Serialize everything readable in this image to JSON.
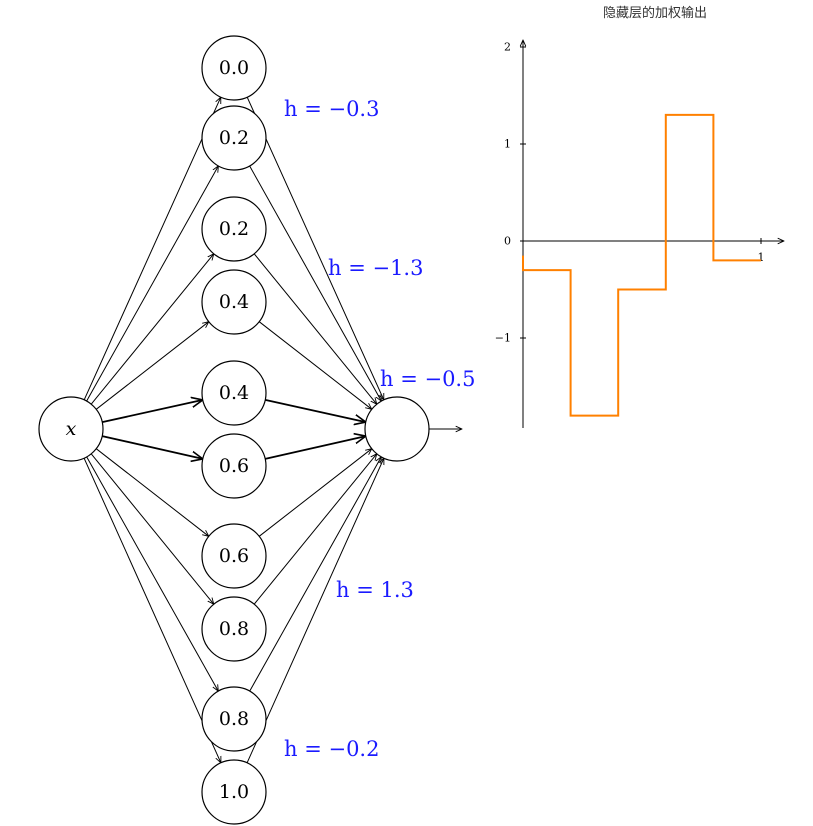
{
  "network": {
    "input_label": "x",
    "hidden_nodes": [
      {
        "label": "0.0"
      },
      {
        "label": "0.2"
      },
      {
        "label": "0.2"
      },
      {
        "label": "0.4"
      },
      {
        "label": "0.4"
      },
      {
        "label": "0.6"
      },
      {
        "label": "0.6"
      },
      {
        "label": "0.8"
      },
      {
        "label": "0.8"
      },
      {
        "label": "1.0"
      }
    ],
    "output_label": "",
    "h_labels": [
      "h = −0.3",
      "h = −1.3",
      "h = −0.5",
      "h = 1.3",
      "h = −0.2"
    ]
  },
  "chart_data": {
    "type": "line",
    "title": "隐藏层的加权输出",
    "xlabel": "",
    "ylabel": "",
    "xlim": [
      0,
      1.08
    ],
    "ylim": [
      -1.93,
      2.05
    ],
    "x_ticks": [
      "1"
    ],
    "y_ticks": [
      "2",
      "1",
      "0",
      "−1"
    ],
    "series": [
      {
        "color": "#ff8000",
        "x": [
          0.0,
          0.0,
          0.2,
          0.2,
          0.4,
          0.4,
          0.6,
          0.6,
          0.8,
          0.8,
          1.0
        ],
        "y": [
          -0.15,
          -0.3,
          -0.3,
          -1.8,
          -1.8,
          -0.5,
          -0.5,
          1.3,
          1.3,
          -0.2,
          -0.2
        ]
      }
    ]
  }
}
